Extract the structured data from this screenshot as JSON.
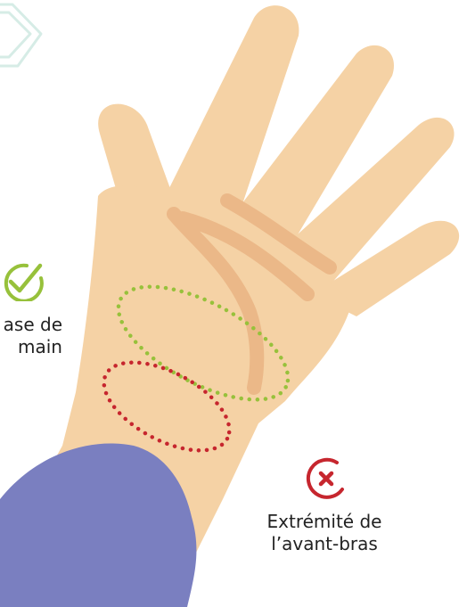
{
  "colors": {
    "background": "#ffffff",
    "skin": "#f5d2a5",
    "palm_lines": "#ebb888",
    "sleeve": "#7a7fc0",
    "correct_zone": "#97c13b",
    "incorrect_zone": "#c6262e",
    "decor_arrow": "#d6ece6",
    "text": "#222222"
  },
  "hand": {
    "label_lines": []
  },
  "zones": {
    "correct": {
      "icon": "check-circle-icon",
      "label_line1": "ase de",
      "label_line2": "main"
    },
    "incorrect": {
      "icon": "cross-circle-icon",
      "label_line1": "Extrémité de",
      "label_line2": "l’avant-bras"
    }
  }
}
